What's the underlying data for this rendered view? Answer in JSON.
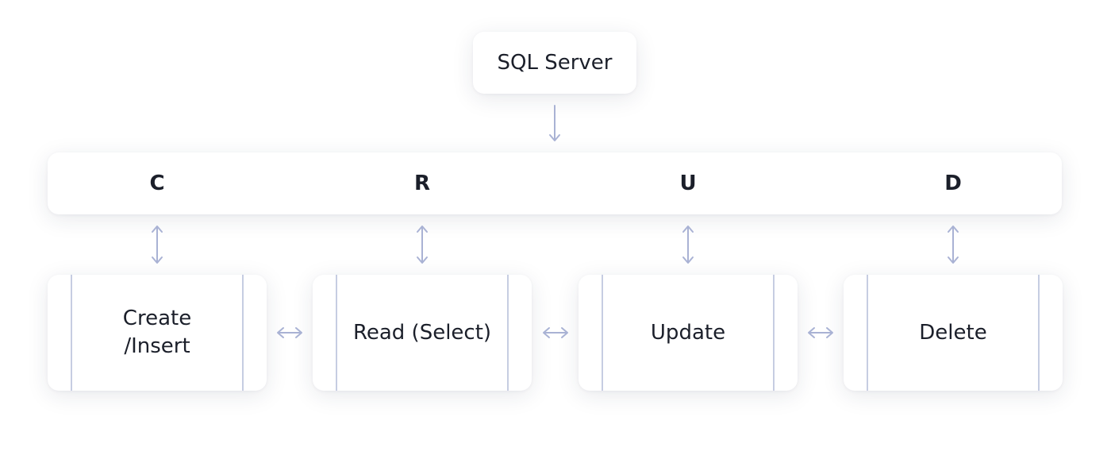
{
  "server": {
    "label": "SQL Server"
  },
  "crud_bar": {
    "letters": [
      "C",
      "R",
      "U",
      "D"
    ]
  },
  "operations": [
    {
      "label": "Create /Insert"
    },
    {
      "label": "Read (Select)"
    },
    {
      "label": "Update"
    },
    {
      "label": "Delete"
    }
  ],
  "colors": {
    "arrow": "#a9b2d4",
    "divider": "#c6cde2",
    "text": "#1b1f2a"
  },
  "icons": [
    "arrow-down-icon",
    "arrow-up-down-icon",
    "arrow-left-right-icon"
  ]
}
